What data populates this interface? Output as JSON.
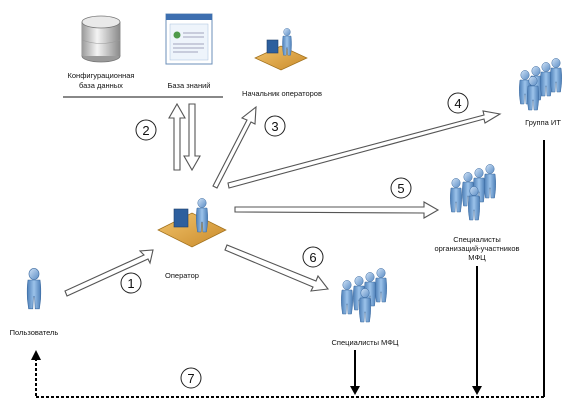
{
  "nodes": {
    "config_db": {
      "label_line1": "Конфигурационная",
      "label_line2": "база данных"
    },
    "knowledge_base": {
      "label": "База знаний"
    },
    "operator_head": {
      "label": "Начальник операторов"
    },
    "operator": {
      "label": "Оператор"
    },
    "user": {
      "label": "Пользователь"
    },
    "it_group": {
      "label": "Группа ИТ"
    },
    "org_specialists": {
      "label_line1": "Специалисты",
      "label_line2": "организаций-участников",
      "label_line3": "МФЦ"
    },
    "mfc_specialists": {
      "label": "Специалисты МФЦ"
    }
  },
  "steps": {
    "s1": "1",
    "s2": "2",
    "s3": "3",
    "s4": "4",
    "s5": "5",
    "s6": "6",
    "s7": "7"
  }
}
